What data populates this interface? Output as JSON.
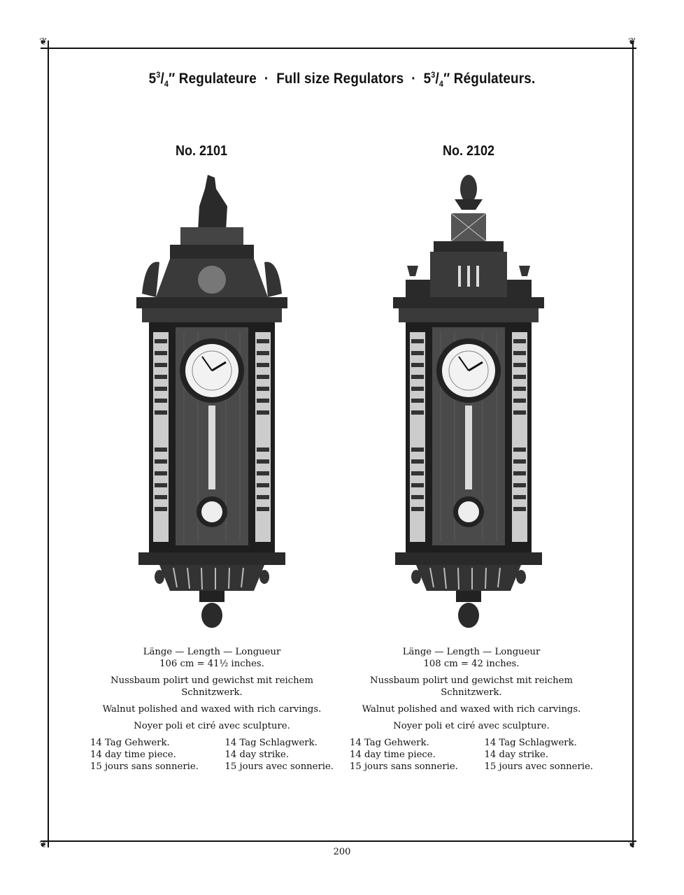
{
  "header": {
    "title_part1_whole": "5",
    "title_part1_num": "3",
    "title_part1_den": "4",
    "title_part1_text": "″ Regulateure",
    "sep1": "·",
    "title_part2": "Full size Regulators",
    "sep2": "·",
    "title_part3_whole": "5",
    "title_part3_num": "3",
    "title_part3_den": "4",
    "title_part3_text": "″ Régulateurs."
  },
  "products": [
    {
      "model": "No. 2101",
      "length_label": "Länge — Length — Longueur",
      "length_value": "106 cm = 41½ inches.",
      "desc_de": "Nussbaum polirt und gewichst mit reichem Schnitzwerk.",
      "desc_en": "Walnut polished and waxed with rich carvings.",
      "desc_fr": "Noyer poli et ciré avec sculpture.",
      "left_col": [
        "14 Tag Gehwerk.",
        "14 day time piece.",
        "15 jours sans sonnerie."
      ],
      "right_col": [
        "14 Tag Schlagwerk.",
        "14 day strike.",
        "15 jours avec sonnerie."
      ]
    },
    {
      "model": "No. 2102",
      "length_label": "Länge — Length — Longueur",
      "length_value": "108 cm = 42 inches.",
      "desc_de": "Nussbaum polirt und gewichst mit reichem Schnitzwerk.",
      "desc_en": "Walnut polished and waxed with rich carvings.",
      "desc_fr": "Noyer poli et ciré avec sculpture.",
      "left_col": [
        "14 Tag Gehwerk.",
        "14 day time piece.",
        "15 jours sans sonnerie."
      ],
      "right_col": [
        "14 Tag Schlagwerk.",
        "14 day strike.",
        "15 jours avec sonnerie."
      ]
    }
  ],
  "page_number": "200"
}
